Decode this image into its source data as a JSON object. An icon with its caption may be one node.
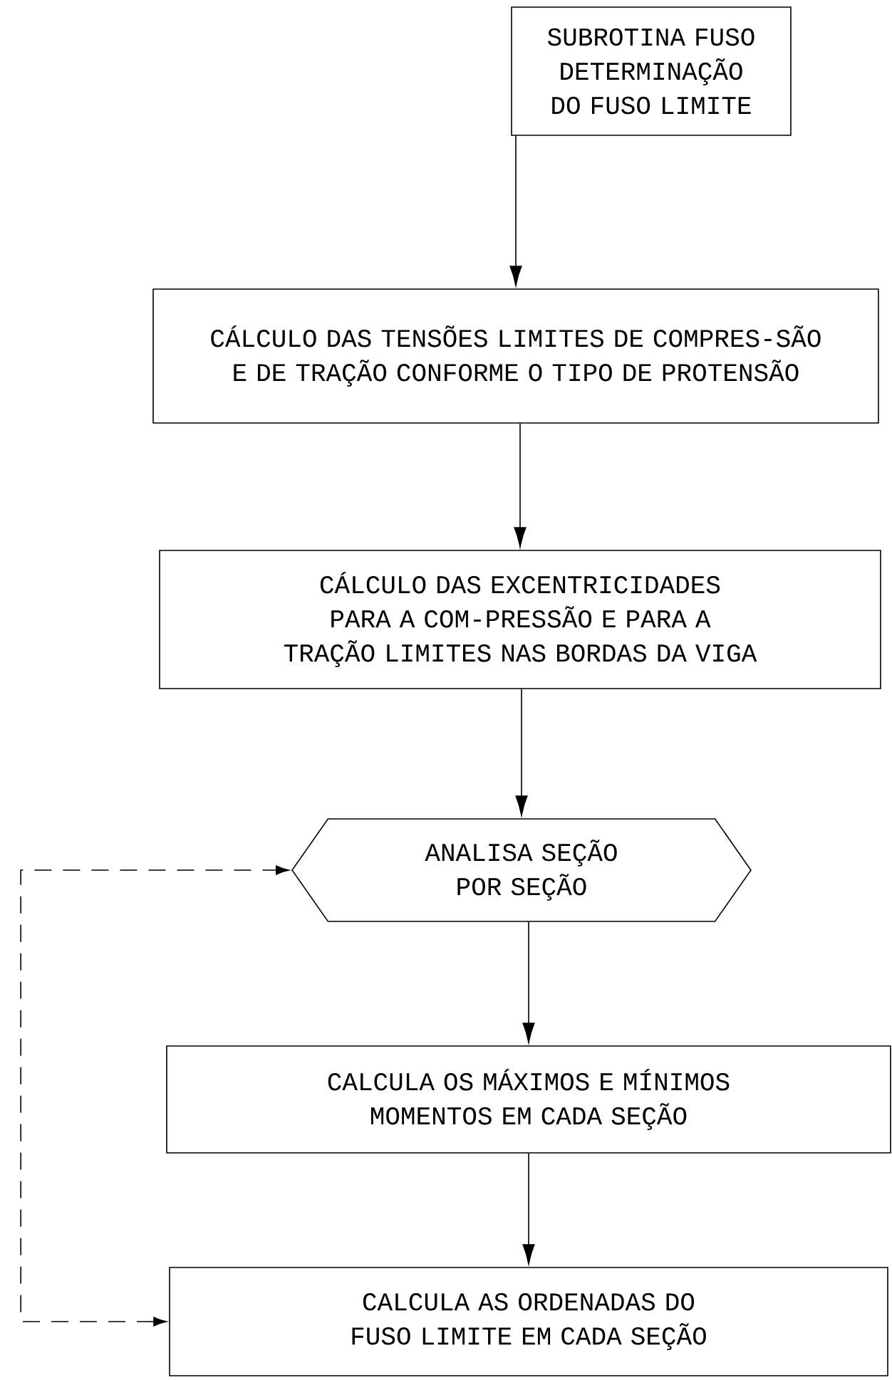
{
  "diagram": {
    "nodes": [
      {
        "text": [
          "SUBROTINA FUSO DETERMINAÇÃO DO FUSO LIMITE"
        ]
      },
      {
        "text": [
          "CÁLCULO DAS TENSÕES LIMITES DE COMPRES-SÃO E DE TRAÇÃO CONFORME O TIPO DE PROTENSÃO"
        ]
      },
      {
        "text": [
          "CÁLCULO DAS EXCENTRICIDADES PARA A COM-PRESSÃO E PARA A TRAÇÃO LIMITES NAS BORDAS DA VIGA"
        ]
      },
      {
        "text": [
          "ANALISA SEÇÃO POR SEÇÃO"
        ]
      },
      {
        "text": [
          "CALCULA OS MÁXIMOS E MÍNIMOS MOMENTOS EM CADA SEÇÃO"
        ]
      },
      {
        "text": [
          "CALCULA AS ORDENADAS DO FUSO LIMITE EM CADA SEÇÃO"
        ]
      }
    ],
    "edges": [
      {
        "from": 0,
        "to": 1,
        "arrow": "to"
      },
      {
        "from": 1,
        "to": 2,
        "arrow": "to"
      },
      {
        "from": 2,
        "to": 3,
        "arrow": "to"
      },
      {
        "from": 3,
        "to": 4,
        "arrow": "to"
      },
      {
        "from": 4,
        "to": 5,
        "arrow": "to"
      },
      {
        "from": 5,
        "to": 3,
        "arrow": "both",
        "style": "dashed"
      }
    ]
  }
}
